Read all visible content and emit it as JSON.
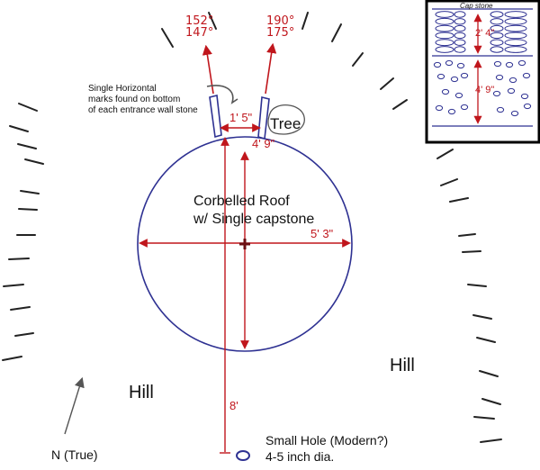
{
  "colors": {
    "dimension": "#c0161c",
    "outline": "#2e3192",
    "ink": "#111111",
    "arrow": "#555555"
  },
  "bearings": {
    "left": {
      "line1": "152°",
      "line2": "147°"
    },
    "right": {
      "line1": "190°",
      "line2": "175°"
    }
  },
  "note": {
    "line1": "Single Horizontal",
    "line2": "marks found on bottom",
    "line3": "of each entrance wall stone"
  },
  "labels": {
    "tree": "Tree",
    "roof_line1": "Corbelled Roof",
    "roof_line2": "w/ Single capstone",
    "hill_left": "Hill",
    "hill_right": "Hill",
    "north": "N (True)",
    "hole_line1": "Small Hole (Modern?)",
    "hole_line2": "4-5 inch dia."
  },
  "dimensions": {
    "entrance_width": "1' 5\"",
    "height": "4' 9\"",
    "diameter": "5' 3\"",
    "hole_distance": "8'"
  },
  "inset": {
    "title": "Cap stone",
    "upper_height": "2' 4\"",
    "lower_height": "4' 9\""
  }
}
